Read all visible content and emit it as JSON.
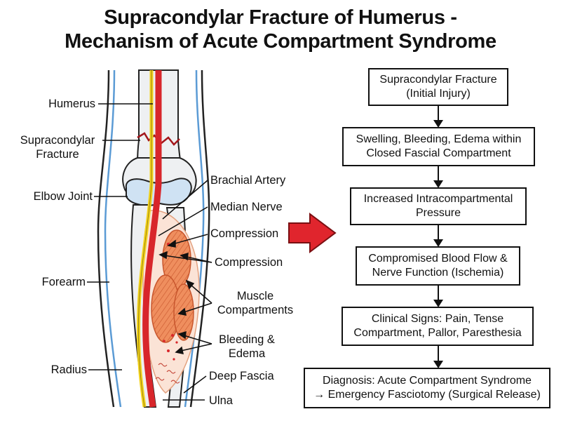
{
  "title": {
    "line1": "Supracondylar Fracture of Humerus -",
    "line2": "Mechanism of Acute Compartment Syndrome"
  },
  "labels": {
    "humerus": "Humerus",
    "supracondylar_l1": "Supracondylar",
    "supracondylar_l2": "Fracture",
    "elbow_joint": "Elbow Joint",
    "forearm": "Forearm",
    "radius": "Radius",
    "brachial_artery": "Brachial Artery",
    "median_nerve": "Median Nerve",
    "compression_1": "Compression",
    "compression_2": "Compression",
    "muscle_l1": "Muscle",
    "muscle_l2": "Compartments",
    "bleeding_l1": "Bleeding &",
    "bleeding_l2": "Edema",
    "deep_fascia": "Deep Fascia",
    "ulna": "Ulna"
  },
  "flowchart": [
    {
      "line1": "Supracondylar Fracture",
      "line2": "(Initial Injury)"
    },
    {
      "line1": "Swelling, Bleeding, Edema within",
      "line2": "Closed Fascial Compartment"
    },
    {
      "line1": "Increased Intracompartmental",
      "line2": "Pressure"
    },
    {
      "line1": "Compromised Blood Flow &",
      "line2": "Nerve Function (Ischemia)"
    },
    {
      "line1": "Clinical Signs: Pain, Tense",
      "line2": "Compartment, Pallor, Paresthesia"
    },
    {
      "line1": "Diagnosis: Acute Compartment Syndrome",
      "line2": "→ Emergency Fasciotomy (Surgical Release)"
    }
  ],
  "colors": {
    "artery": "#d8262b",
    "nerve": "#f2d21b",
    "muscle": "#ef8e5e",
    "bone": "#eef0f2",
    "joint": "#cfe2f3",
    "fascia": "#5b9bd5",
    "arrow": "#e0252d",
    "fracture": "#a3161b"
  }
}
